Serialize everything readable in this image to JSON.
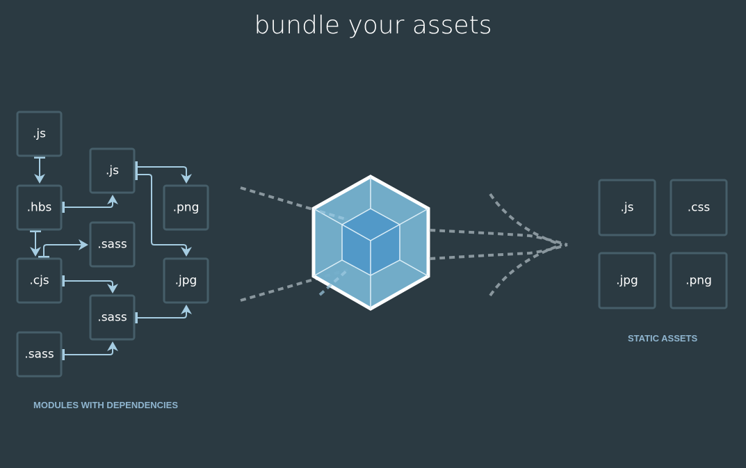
{
  "title": "bundle your assets",
  "modules": {
    "caption": "MODULES WITH DEPENDENCIES",
    "items": [
      ".js",
      ".hbs",
      ".cjs",
      ".sass",
      ".js",
      ".sass",
      ".sass",
      ".png",
      ".jpg"
    ]
  },
  "assets": {
    "caption": "STATIC ASSETS",
    "items": [
      ".js",
      ".css",
      ".jpg",
      ".png"
    ]
  },
  "colors": {
    "background": "#2b3a42",
    "box_border": "#465e69",
    "arrow": "#a6cde2",
    "cube_outer": "#75afcc",
    "cube_inner": "#5299c8",
    "caption": "#8fb5cf"
  }
}
